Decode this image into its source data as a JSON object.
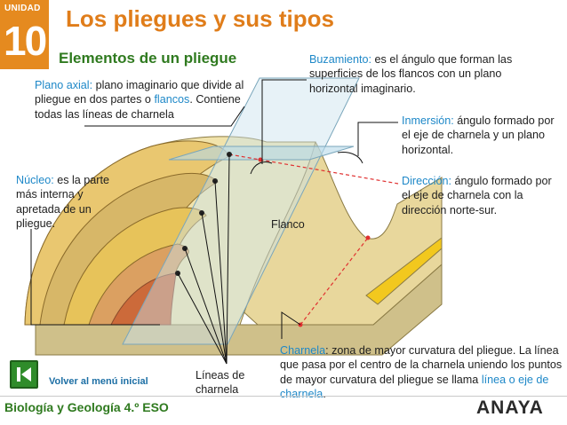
{
  "unit": {
    "label": "UNIDAD",
    "number": "10"
  },
  "title": "Los pliegues y sus tipos",
  "subtitle": "Elementos de un pliegue",
  "annotations": {
    "plano_axial": {
      "term": "Plano axial:",
      "text1": " plano imaginario que divide al pliegue en dos partes o ",
      "term2": "flancos",
      "text2": ". Contiene todas las líneas de charnela"
    },
    "buzamiento": {
      "term": "Buzamiento:",
      "text": " es el ángulo que forman las superficies de los flancos con un plano horizontal imaginario."
    },
    "inmersion": {
      "term": "Inmersión:",
      "text": " ángulo formado por el eje de charnela y un plano horizontal."
    },
    "direccion": {
      "term": "Dirección:",
      "text": " ángulo formado por el eje de charnela con la dirección norte-sur."
    },
    "nucleo": {
      "term": "Núcleo:",
      "text": " es la parte más interna y apretada de un pliegue."
    },
    "flanco": "Flanco",
    "lineas": "Líneas de charnela",
    "charnela": {
      "term": "Charnela",
      "text": ": zona de mayor curvatura del pliegue. La línea que pasa por el centro de la charnela uniendo los puntos de mayor curvatura del pliegue se llama ",
      "term2": "línea o eje de charnela",
      "text2": "."
    }
  },
  "nav": {
    "back_label": "Volver al menú inicial"
  },
  "footer": {
    "course": "Biología y Geología 4.º ESO",
    "publisher": "ANAYA"
  },
  "colors": {
    "accent": "#e07d1a",
    "green": "#2f7a1f",
    "blue_term": "#1e88c8",
    "red_term": "#d6262a"
  }
}
